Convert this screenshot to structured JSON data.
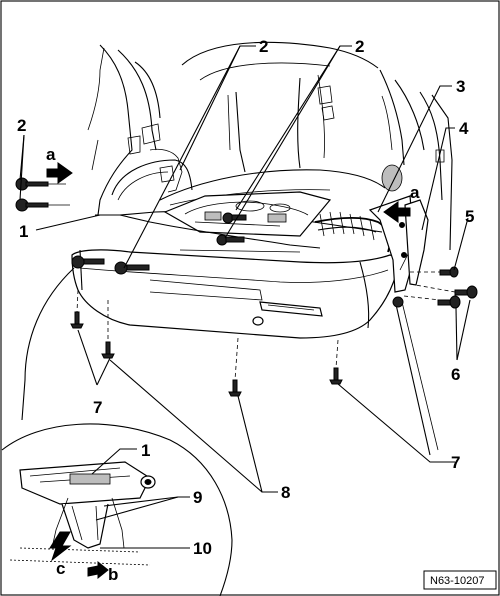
{
  "figure_ref": "N63-10207",
  "callouts": {
    "c1_top": "1",
    "c1_detail": "1",
    "c2_left": "2",
    "c2_mid": "2",
    "c2_right": "2",
    "c3": "3",
    "c4": "4",
    "c5": "5",
    "c6": "6",
    "c7_left": "7",
    "c7_right": "7",
    "c8": "8",
    "c9": "9",
    "c10": "10",
    "a_left": "a",
    "a_right": "a",
    "b": "b",
    "c": "c"
  }
}
